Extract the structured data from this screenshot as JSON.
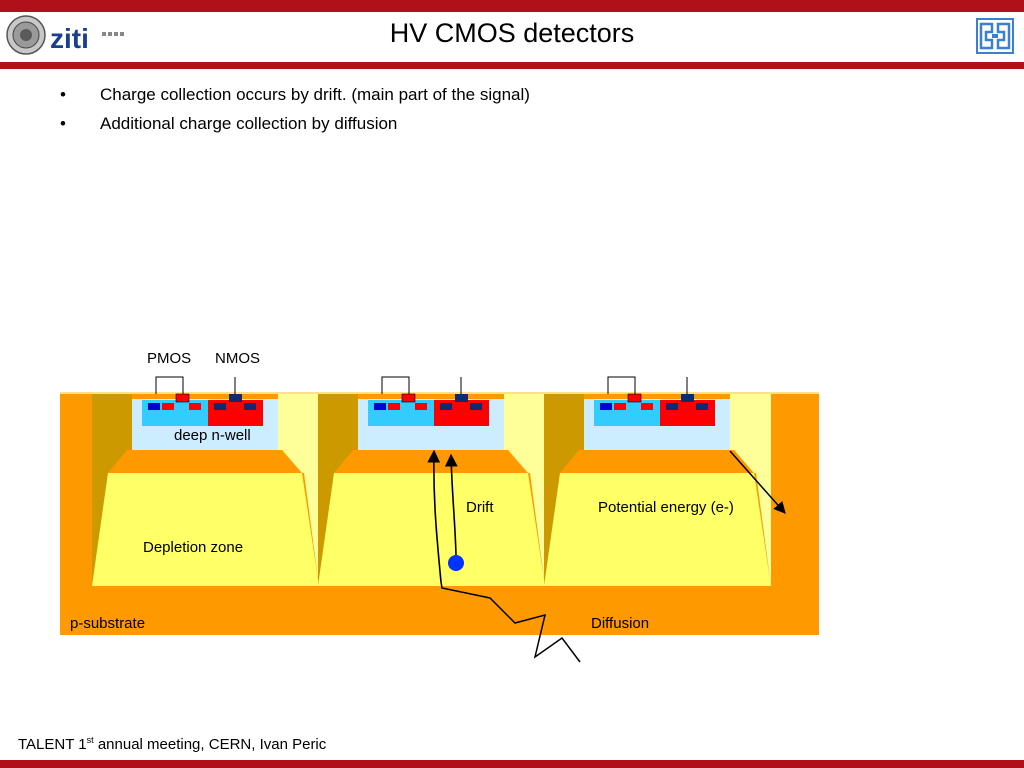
{
  "header": {
    "title": "HV CMOS detectors",
    "logo_text": "ziti",
    "brand_color": "#b01018"
  },
  "bullets": [
    {
      "marker": "•",
      "text": "Charge collection occurs by drift. (main part of the signal)"
    },
    {
      "marker": "•",
      "text": "Additional charge collection by diffusion"
    }
  ],
  "diagram": {
    "labels": {
      "pmos": "PMOS",
      "nmos": "NMOS",
      "deep_nwell": "deep n-well",
      "depletion_zone": "Depletion zone",
      "drift": "Drift",
      "potential_energy": "Potential energy (e-)",
      "p_substrate": "p-substrate",
      "diffusion": "Diffusion"
    },
    "colors": {
      "substrate": "#ff9900",
      "depletion": "#ffff66",
      "side_light": "#ffff99",
      "side_dark": "#cc9900",
      "nwell": "#ccecff",
      "pmos_region": "#33ccff",
      "nmos_region": "#ff0000",
      "contact_dark": "#0000cc",
      "electron": "#0033ff"
    }
  },
  "footer": {
    "prefix": "TALENT 1",
    "superscript": "st",
    "suffix": " annual meeting, CERN, Ivan Peric"
  }
}
